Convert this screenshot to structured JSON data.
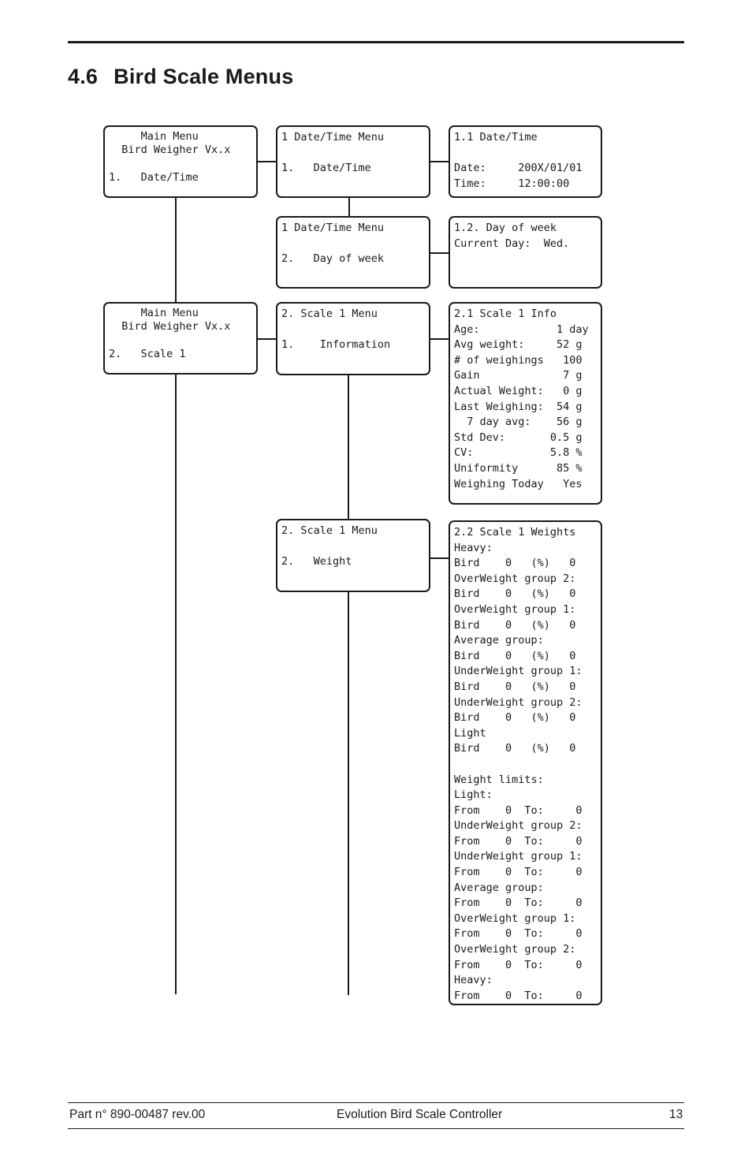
{
  "section": {
    "number": "4.6",
    "title": "Bird Scale Menus"
  },
  "boxes": {
    "main_menu_1": [
      "     Main Menu",
      "  Bird Weigher Vx.x",
      "",
      "1.   Date/Time"
    ],
    "datetime_menu_1": [
      "1 Date/Time Menu",
      "",
      "1.   Date/Time"
    ],
    "datetime_info": [
      "1.1 Date/Time",
      "",
      "Date:     200X/01/01",
      "Time:     12:00:00"
    ],
    "datetime_menu_2": [
      "1 Date/Time Menu",
      "",
      "2.   Day of week"
    ],
    "day_of_week_info": [
      "1.2. Day of week",
      "Current Day:  Wed."
    ],
    "main_menu_2": [
      "     Main Menu",
      "  Bird Weigher Vx.x",
      "",
      "2.   Scale 1"
    ],
    "scale_menu_1": [
      "2. Scale 1 Menu",
      "",
      "1.    Information"
    ],
    "scale_info": [
      "2.1 Scale 1 Info",
      "Age:            1 day",
      "Avg weight:     52 g",
      "# of weighings   100",
      "Gain             7 g",
      "Actual Weight:   0 g",
      "Last Weighing:  54 g",
      "  7 day avg:    56 g",
      "Std Dev:       0.5 g",
      "CV:            5.8 %",
      "Uniformity      85 %",
      "Weighing Today   Yes"
    ],
    "scale_menu_2": [
      "2. Scale 1 Menu",
      "",
      "2.   Weight"
    ],
    "scale_weights": [
      "2.2 Scale 1 Weights",
      "Heavy:",
      "Bird    0   (%)   0",
      "OverWeight group 2:",
      "Bird    0   (%)   0",
      "OverWeight group 1:",
      "Bird    0   (%)   0",
      "Average group:",
      "Bird    0   (%)   0",
      "UnderWeight group 1:",
      "Bird    0   (%)   0",
      "UnderWeight group 2:",
      "Bird    0   (%)   0",
      "Light",
      "Bird    0   (%)   0",
      "",
      "Weight limits:",
      "Light:",
      "From    0  To:     0",
      "UnderWeight group 2:",
      "From    0  To:     0",
      "UnderWeight group 1:",
      "From    0  To:     0",
      "Average group:",
      "From    0  To:     0",
      "OverWeight group 1:",
      "From    0  To:     0",
      "OverWeight group 2:",
      "From    0  To:     0",
      "Heavy:",
      "From    0  To:     0"
    ]
  },
  "footer": {
    "part_number": "Part n° 890-00487 rev.00",
    "product": "Evolution Bird Scale Controller",
    "page": "13"
  }
}
